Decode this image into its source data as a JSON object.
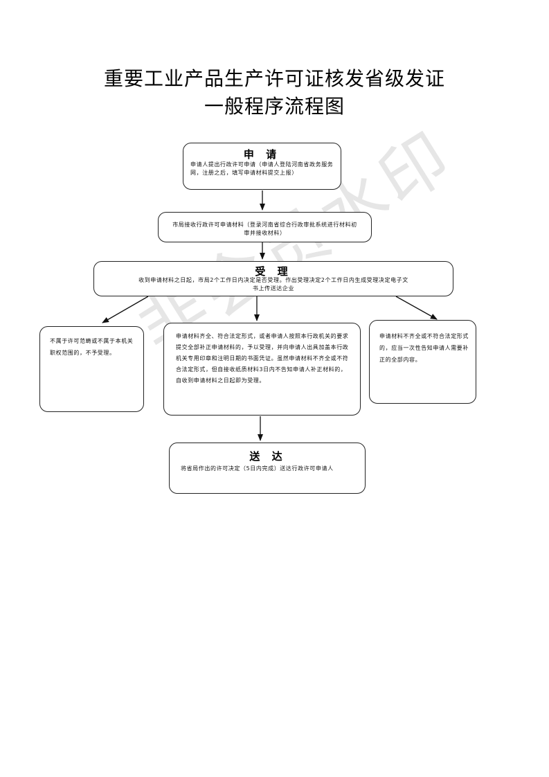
{
  "title": {
    "line1": "重要工业产品生产许可证核发省级发证",
    "line2": "一般程序流程图"
  },
  "watermark": "非会员水印",
  "nodes": {
    "apply": {
      "title": "申 请",
      "text": "申请人提出行政许可申请（申请人登陆河南省政务服务网，注册之后，填写申请材料提交上报）"
    },
    "city": {
      "text": "市局接收行政许可申请材料（登录河南省综合行政审批系统进行材料初审并接收材料）"
    },
    "accept": {
      "title": "受 理",
      "text": "收到申请材料之日起，市局2个工作日内决定是否受理。作出受理决定2个工作日内生成受理决定电子文书上传送达企业"
    },
    "reject": {
      "text": "不属于许可范畴或不属于本机关职权范围的，不予受理。"
    },
    "complete": {
      "text": "申请材料齐全、符合法定形式，或者申请人按照本行政机关的要求提交全部补正申请材料的，予以受理，并向申请人出具加盖本行政机关专用印章和注明日期的书面凭证。虽然申请材料不齐全或不符合法定形式，但自接收纸质材料3日内不告知申请人补正材料的，自收到申请材料之日起即为受理。"
    },
    "incomplete": {
      "text": "申请材料不齐全或不符合法定形式的，应当一次性告知申请人需要补正的全部内容。"
    },
    "deliver": {
      "title": "送 达",
      "text": "将省局作出的许可决定（5日内完成）送达行政许可申请人"
    }
  }
}
